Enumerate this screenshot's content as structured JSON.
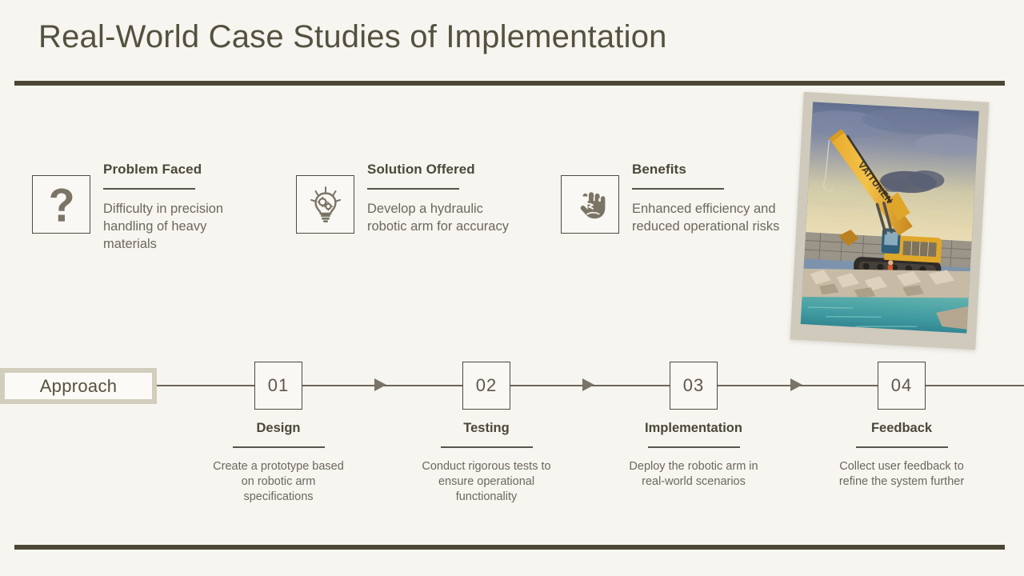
{
  "slide": {
    "title": "Real-World Case Studies of Implementation",
    "background_color": "#f7f5f0",
    "rule_color": "#4b4734",
    "accent_color": "#d2cdbd",
    "text_color": "#55513f"
  },
  "info_blocks": [
    {
      "icon": "question-mark-icon",
      "heading": "Problem Faced",
      "description": "Difficulty in precision handling of heavy materials"
    },
    {
      "icon": "lightbulb-gears-icon",
      "heading": "Solution Offered",
      "description": "Develop a hydraulic robotic arm for accuracy"
    },
    {
      "icon": "raised-fist-icon",
      "heading": "Benefits",
      "description": "Enhanced efficiency and reduced operational risks"
    }
  ],
  "photo": {
    "alt": "Yellow hydraulic excavator with long boom arm working on a rocky shoreline breakwater under a cloudy sky",
    "boom_text": "VAITUNEN"
  },
  "approach": {
    "label": "Approach",
    "steps": [
      {
        "number": "01",
        "title": "Design",
        "description": "Create a prototype based on robotic arm specifications"
      },
      {
        "number": "02",
        "title": "Testing",
        "description": "Conduct rigorous tests to ensure operational functionality"
      },
      {
        "number": "03",
        "title": "Implementation",
        "description": "Deploy the robotic arm in real-world scenarios"
      },
      {
        "number": "04",
        "title": "Feedback",
        "description": "Collect user feedback to refine the system further"
      }
    ]
  }
}
